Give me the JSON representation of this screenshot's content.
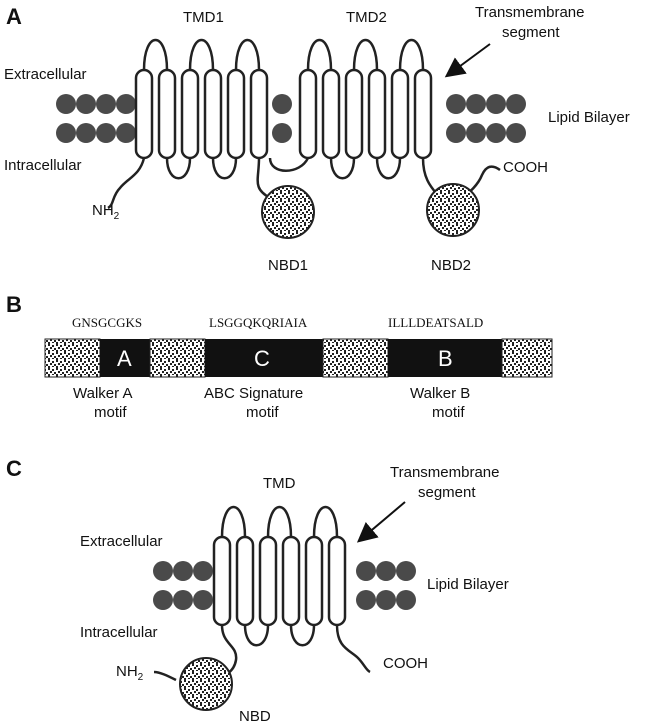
{
  "panels": {
    "a": {
      "letter": "A",
      "tmd1": "TMD1",
      "tmd2": "TMD2",
      "transmembrane": [
        "Transmembrane",
        "segment"
      ],
      "extracellular": "Extracellular",
      "intracellular": "Intracellular",
      "lipid_bilayer": "Lipid Bilayer",
      "nh2": "NH",
      "nh2_sub": "2",
      "cooh": "COOH",
      "nbd1": "NBD1",
      "nbd2": "NBD2"
    },
    "b": {
      "letter": "B",
      "motifs": [
        {
          "sequence": "GNSGCGKS",
          "box": "A",
          "label_1": "Walker A",
          "label_2": "motif"
        },
        {
          "sequence": "LSGGQKQRIAIA",
          "box": "C",
          "label_1": "ABC Signature",
          "label_2": "motif"
        },
        {
          "sequence": "ILLLDEATSALD",
          "box": "B",
          "label_1": "Walker B",
          "label_2": "motif"
        }
      ]
    },
    "c": {
      "letter": "C",
      "tmd": "TMD",
      "transmembrane": [
        "Transmembrane",
        "segment"
      ],
      "extracellular": "Extracellular",
      "intracellular": "Intracellular",
      "lipid_bilayer": "Lipid Bilayer",
      "nh2": "NH",
      "nh2_sub": "2",
      "cooh": "COOH",
      "nbd": "NBD"
    }
  },
  "colors": {
    "lipid": "#4a4a4a",
    "box_dark": "#111111",
    "stroke": "#222222"
  }
}
